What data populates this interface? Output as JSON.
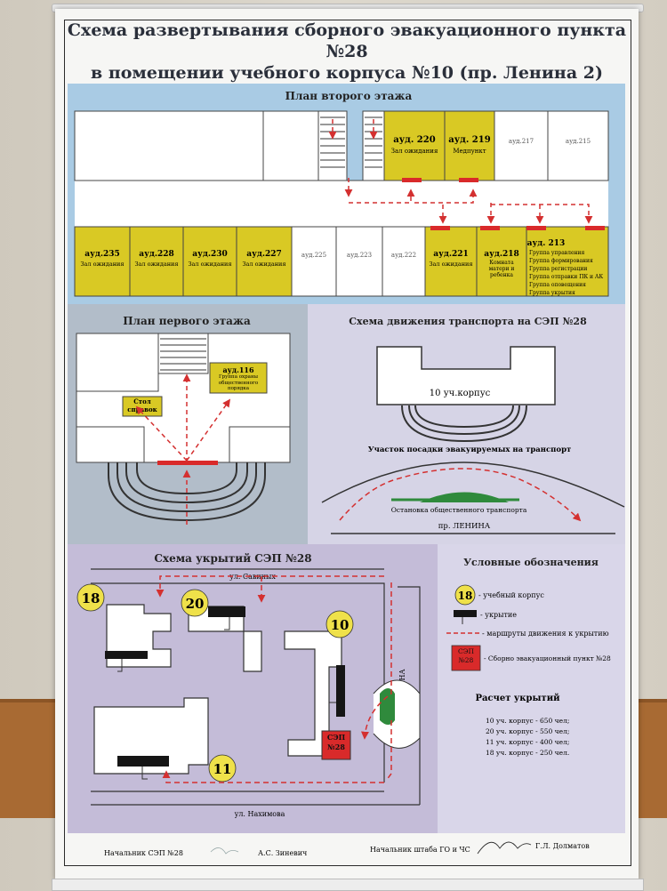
{
  "title": {
    "line1": "Схема развертывания сборного эвакуационного пункта №28",
    "line2": "в помещении учебного корпуса №10 (пр. Ленина 2)"
  },
  "floor2": {
    "heading": "План второго этажа",
    "rooms_top": [
      {
        "num": "ауд. 220",
        "label": "Зал ожидания",
        "highlight": true
      },
      {
        "num": "ауд. 219",
        "label": "Медпункт",
        "highlight": true
      },
      {
        "num": "ауд.217",
        "label": "",
        "highlight": false
      },
      {
        "num": "ауд.215",
        "label": "",
        "highlight": false
      }
    ],
    "rooms_bottom": [
      {
        "num": "ауд.235",
        "label": "Зал ожидания",
        "highlight": true
      },
      {
        "num": "ауд.228",
        "label": "Зал ожидания",
        "highlight": true
      },
      {
        "num": "ауд.230",
        "label": "Зал ожидания",
        "highlight": true
      },
      {
        "num": "ауд.227",
        "label": "Зал ожидания",
        "highlight": true
      },
      {
        "num": "ауд.225",
        "label": "",
        "highlight": false
      },
      {
        "num": "ауд.223",
        "label": "",
        "highlight": false
      },
      {
        "num": "ауд.222",
        "label": "",
        "highlight": false
      },
      {
        "num": "ауд.221",
        "label": "Зал ожидания",
        "highlight": true
      },
      {
        "num": "ауд.218",
        "label": "Комната матери и ребенка",
        "highlight": true
      }
    ],
    "room213": {
      "num": "ауд. 213",
      "lines": [
        "Группа управления",
        "Группа формирования",
        "Группа регистрации",
        "Группа отправки ПК и АК",
        "Группа оповещения",
        "Группа укрытия"
      ]
    }
  },
  "floor1": {
    "heading": "План первого этажа",
    "room116": {
      "num": "ауд.116",
      "label": "Группа охраны общественного порядка"
    },
    "desk": "Стол справок"
  },
  "transport": {
    "heading": "Схема движения транспорта на СЭП №28",
    "building": "10 уч.корпус",
    "boarding": "Участок посадки эвакуируемых на транспорт",
    "stop": "Остановка общественного транспорта",
    "street": "пр. ЛЕНИНА"
  },
  "shelters": {
    "heading": "Схема укрытий СЭП №28",
    "street_top": "ул. Савиных",
    "street_bottom": "ул. Нахимова",
    "street_right": "пр. ЛЕНИНА",
    "buildings": [
      "18",
      "20",
      "10",
      "11"
    ],
    "sep_label": "СЭП №28"
  },
  "legend": {
    "heading": "Условные обозначения",
    "items": [
      {
        "symbol": "18",
        "text": "- учебный корпус"
      },
      {
        "symbol": "",
        "text": "- укрытие"
      },
      {
        "symbol": "",
        "text": "- маршруты движения к укрытию"
      },
      {
        "symbol": "СЭП №28",
        "text": "- Сборно эвакуационный пункт №28"
      }
    ],
    "calc_heading": "Расчет укрытий",
    "calc": [
      "10 уч. корпус - 650 чел;",
      "20 уч. корпус - 550 чел;",
      "11 уч. корпус - 400 чел;",
      "18 уч. корпус - 250 чел."
    ]
  },
  "footer": {
    "left_title": "Начальник СЭП №28",
    "left_name": "А.С. Зиневич",
    "right_title": "Начальник штаба ГО и ЧС",
    "right_name": "Г.Л. Долматов"
  },
  "colors": {
    "yellow": "#d9c924",
    "red": "#d92a2a",
    "route": "#d43030"
  }
}
